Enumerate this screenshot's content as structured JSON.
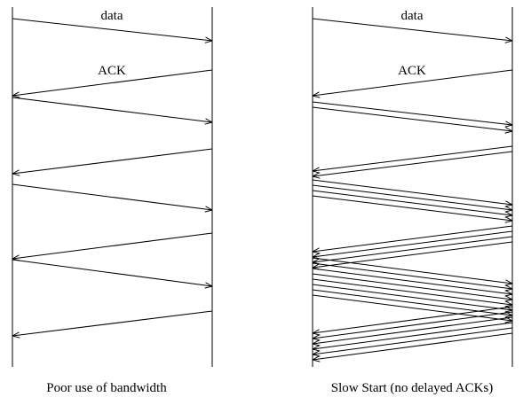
{
  "left_panel": {
    "data_label": "data",
    "ack_label": "ACK",
    "caption": "Poor use of bandwidth"
  },
  "right_panel": {
    "data_label": "data",
    "ack_label": "ACK",
    "caption": "Slow Start (no delayed ACKs)"
  }
}
